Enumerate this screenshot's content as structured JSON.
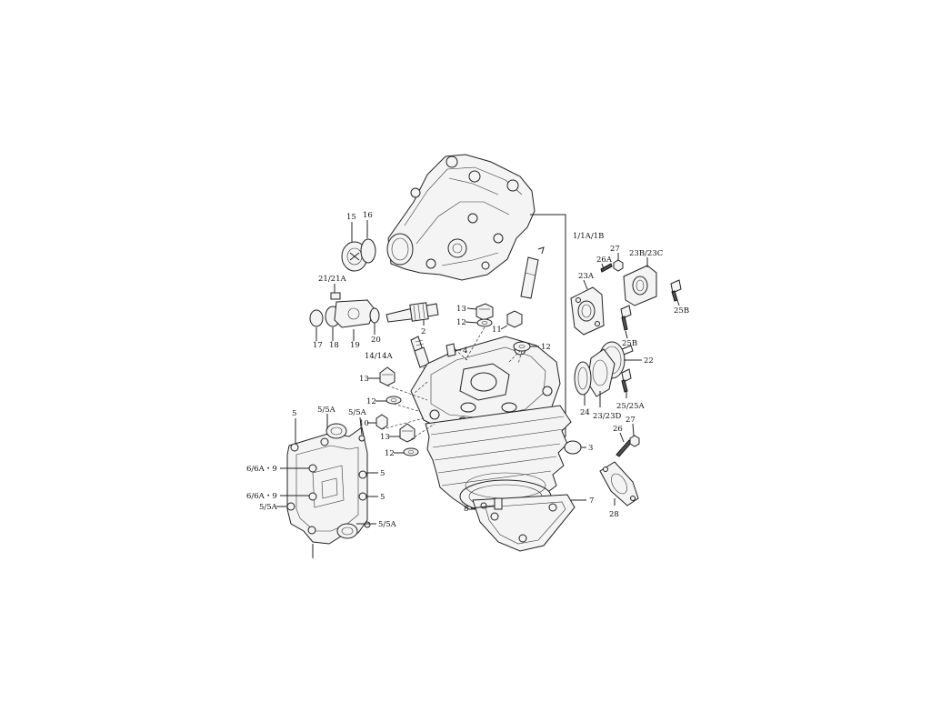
{
  "callouts": {
    "main": "1/1A/1B",
    "p2": "2",
    "p3": "3",
    "p4": "4",
    "p5a": "5",
    "p5b": "5",
    "p5c": "5",
    "p55a_1": "5/5A",
    "p55a_2": "5/5A",
    "p55a_3": "5/5A",
    "p55a_4": "5/5A",
    "p669_1": "6/6A・9",
    "p669_2": "6/6A・9",
    "p7": "7",
    "p8": "8",
    "p10": "10",
    "p11": "11",
    "p12a": "12",
    "p12b": "12",
    "p12c": "12",
    "p12d": "12",
    "p13a": "13",
    "p13b": "13",
    "p13c": "13",
    "p1414a": "14/14A",
    "p15": "15",
    "p16": "16",
    "p17": "17",
    "p18": "18",
    "p19": "19",
    "p20": "20",
    "p2121a": "21/21A",
    "p22": "22",
    "p23a": "23A",
    "p2323d": "23/23D",
    "p23b23c": "23B/23C",
    "p24": "24",
    "p25b_1": "25B",
    "p25b_2": "25B",
    "p2525a": "25/25A",
    "p26": "26",
    "p26a": "26A",
    "p27a": "27",
    "p27b": "27",
    "p28": "28"
  }
}
